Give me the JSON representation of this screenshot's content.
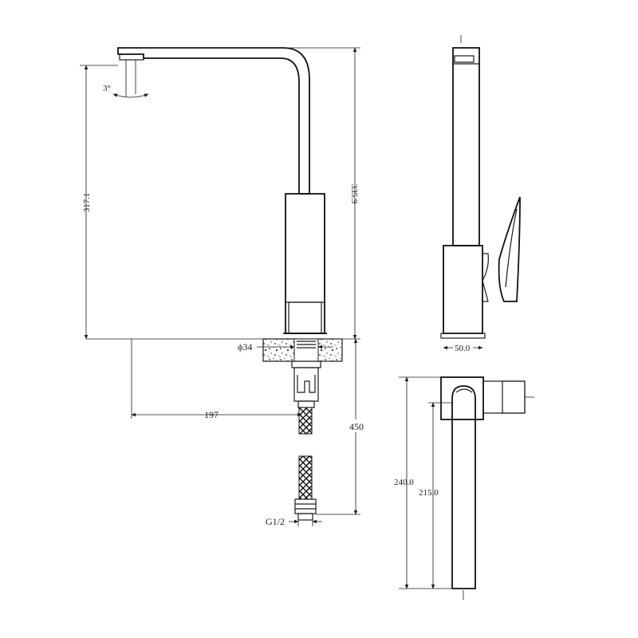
{
  "dimensions": {
    "spout_angle": "3°",
    "height_to_spout": "317.1",
    "total_height": "335.9",
    "hole_diameter": "ϕ34",
    "reach": "197",
    "hose_length": "450",
    "connector_thread": "G1/2",
    "base_width": "50.0",
    "top_length_overall": "240.0",
    "top_length_spout": "215.0"
  }
}
